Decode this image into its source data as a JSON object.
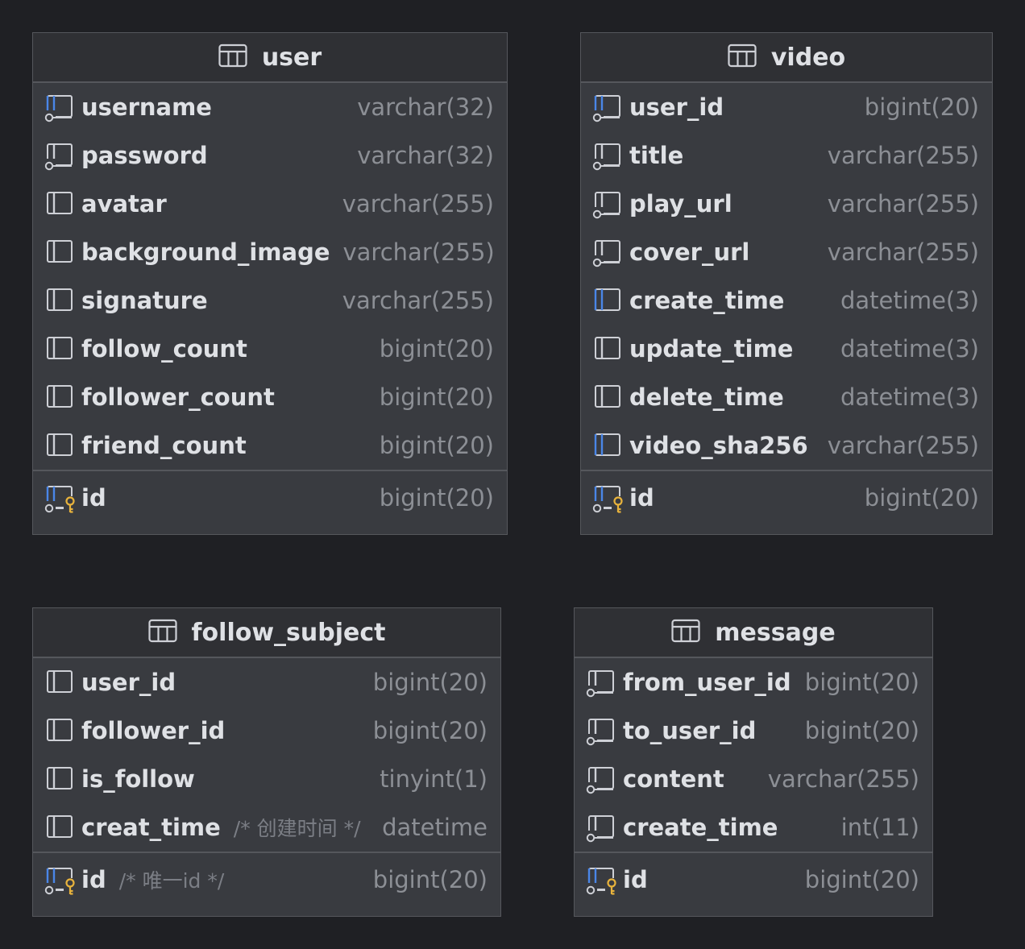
{
  "tables": [
    {
      "name": "user",
      "columns": [
        {
          "name": "username",
          "type": "varchar(32)",
          "icon": "column-notnull-indexed",
          "comment": ""
        },
        {
          "name": "password",
          "type": "varchar(32)",
          "icon": "column-notnull",
          "comment": ""
        },
        {
          "name": "avatar",
          "type": "varchar(255)",
          "icon": "column",
          "comment": ""
        },
        {
          "name": "background_image",
          "type": "varchar(255)",
          "icon": "column",
          "comment": ""
        },
        {
          "name": "signature",
          "type": "varchar(255)",
          "icon": "column",
          "comment": ""
        },
        {
          "name": "follow_count",
          "type": "bigint(20)",
          "icon": "column",
          "comment": ""
        },
        {
          "name": "follower_count",
          "type": "bigint(20)",
          "icon": "column",
          "comment": ""
        },
        {
          "name": "friend_count",
          "type": "bigint(20)",
          "icon": "column",
          "comment": ""
        }
      ],
      "primary_key": {
        "name": "id",
        "type": "bigint(20)",
        "icon": "primary-key",
        "comment": ""
      }
    },
    {
      "name": "video",
      "columns": [
        {
          "name": "user_id",
          "type": "bigint(20)",
          "icon": "column-notnull-indexed",
          "comment": ""
        },
        {
          "name": "title",
          "type": "varchar(255)",
          "icon": "column-notnull",
          "comment": ""
        },
        {
          "name": "play_url",
          "type": "varchar(255)",
          "icon": "column-notnull",
          "comment": ""
        },
        {
          "name": "cover_url",
          "type": "varchar(255)",
          "icon": "column-notnull",
          "comment": ""
        },
        {
          "name": "create_time",
          "type": "datetime(3)",
          "icon": "column-indexed",
          "comment": ""
        },
        {
          "name": "update_time",
          "type": "datetime(3)",
          "icon": "column",
          "comment": ""
        },
        {
          "name": "delete_time",
          "type": "datetime(3)",
          "icon": "column",
          "comment": ""
        },
        {
          "name": "video_sha256",
          "type": "varchar(255)",
          "icon": "column-indexed",
          "comment": ""
        }
      ],
      "primary_key": {
        "name": "id",
        "type": "bigint(20)",
        "icon": "primary-key",
        "comment": ""
      }
    },
    {
      "name": "follow_subject",
      "columns": [
        {
          "name": "user_id",
          "type": "bigint(20)",
          "icon": "column",
          "comment": ""
        },
        {
          "name": "follower_id",
          "type": "bigint(20)",
          "icon": "column",
          "comment": ""
        },
        {
          "name": "is_follow",
          "type": "tinyint(1)",
          "icon": "column",
          "comment": ""
        },
        {
          "name": "creat_time",
          "type": "datetime",
          "icon": "column",
          "comment": "/* 创建时间 */"
        }
      ],
      "primary_key": {
        "name": "id",
        "type": "bigint(20)",
        "icon": "primary-key",
        "comment": "/* 唯一id */"
      }
    },
    {
      "name": "message",
      "columns": [
        {
          "name": "from_user_id",
          "type": "bigint(20)",
          "icon": "column-notnull",
          "comment": ""
        },
        {
          "name": "to_user_id",
          "type": "bigint(20)",
          "icon": "column-notnull",
          "comment": ""
        },
        {
          "name": "content",
          "type": "varchar(255)",
          "icon": "column-notnull",
          "comment": ""
        },
        {
          "name": "create_time",
          "type": "int(11)",
          "icon": "column-notnull",
          "comment": ""
        }
      ],
      "primary_key": {
        "name": "id",
        "type": "bigint(20)",
        "icon": "primary-key",
        "comment": ""
      }
    }
  ],
  "colors": {
    "background": "#1f2024",
    "table_body": "#393b40",
    "table_header": "#2f3034",
    "border": "#55575c",
    "text": "#dfe1e5",
    "type_text": "#8c8f95",
    "comment_text": "#7b7e85",
    "index_accent": "#4a86e8",
    "key_accent": "#e8b33c"
  }
}
